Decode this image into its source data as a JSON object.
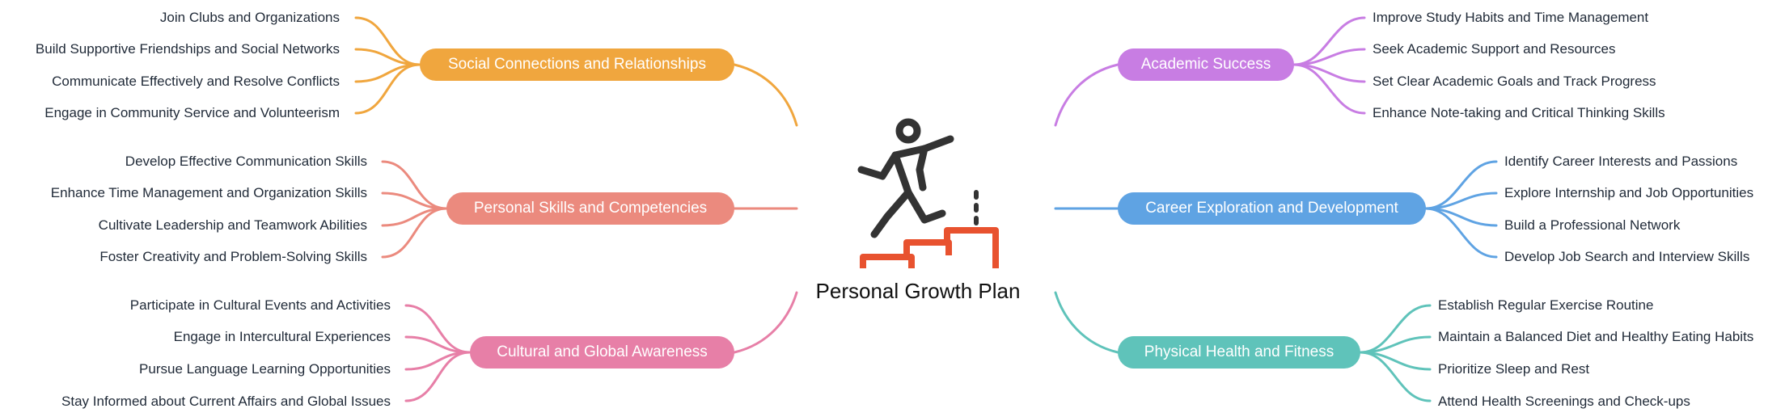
{
  "center": {
    "title": "Personal Growth Plan",
    "icon": "stair-climbing-person-icon"
  },
  "branches": {
    "social": {
      "label": "Social Connections and Relationships",
      "color": "#F0A63E",
      "items": [
        "Join Clubs and Organizations",
        "Build Supportive Friendships and Social Networks",
        "Communicate Effectively and Resolve Conflicts",
        "Engage in Community Service and Volunteerism"
      ]
    },
    "personal": {
      "label": "Personal Skills and Competencies",
      "color": "#EB8A7E",
      "items": [
        "Develop Effective Communication Skills",
        "Enhance Time Management and Organization Skills",
        "Cultivate Leadership and Teamwork Abilities",
        "Foster Creativity and Problem-Solving Skills"
      ]
    },
    "cultural": {
      "label": "Cultural and Global Awareness",
      "color": "#E77FA7",
      "items": [
        "Participate in Cultural Events and Activities",
        "Engage in Intercultural Experiences",
        "Pursue Language Learning Opportunities",
        "Stay Informed about Current Affairs and Global Issues"
      ]
    },
    "academic": {
      "label": "Academic Success",
      "color": "#C87DE3",
      "items": [
        "Improve Study Habits and Time Management",
        "Seek Academic Support and Resources",
        "Set Clear Academic Goals and Track Progress",
        "Enhance Note-taking and Critical Thinking Skills"
      ]
    },
    "career": {
      "label": "Career Exploration and Development",
      "color": "#5FA3E3",
      "items": [
        "Identify Career Interests and Passions",
        "Explore Internship and Job Opportunities",
        "Build a Professional Network",
        "Develop Job Search and Interview Skills"
      ]
    },
    "health": {
      "label": "Physical Health and Fitness",
      "color": "#5FC3BA",
      "items": [
        "Establish Regular Exercise Routine",
        "Maintain a Balanced Diet and Healthy Eating Habits",
        "Prioritize Sleep and Rest",
        "Attend Health Screenings and Check-ups"
      ]
    }
  }
}
